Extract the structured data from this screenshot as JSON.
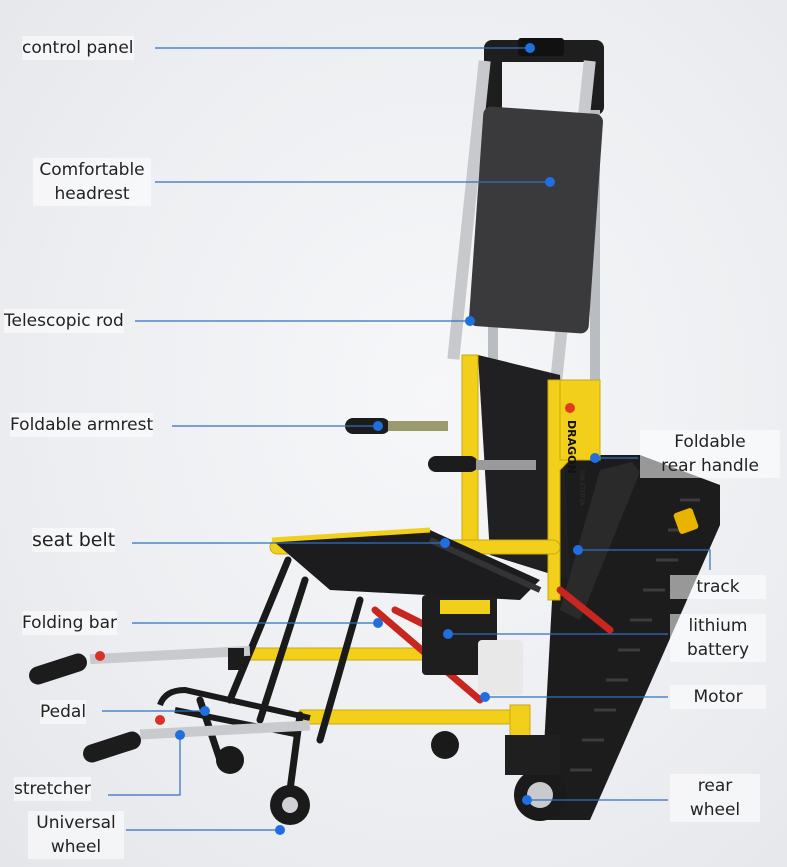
{
  "labels": {
    "control_panel": "control panel",
    "headrest_line1": "Comfortable",
    "headrest_line2": "headrest",
    "telescopic_rod": "Telescopic rod",
    "foldable_armrest": "Foldable armrest",
    "seat_belt": "seat belt",
    "folding_bar": "Folding bar",
    "pedal": "Pedal",
    "stretcher": "stretcher",
    "universal_wheel_line1": "Universal",
    "universal_wheel_line2": "wheel",
    "rear_handle_line1": "Foldable",
    "rear_handle_line2": "rear handle",
    "track": "track",
    "battery_line1": "lithium",
    "battery_line2": "battery",
    "motor": "Motor",
    "rear_wheel_line1": "rear",
    "rear_wheel_line2": "wheel"
  },
  "product": {
    "brand_mark": "DRAGON",
    "model": "DW-ST003A"
  },
  "colors": {
    "leader_line": "#2f6fc0",
    "marker_dot": "#1f6fe0",
    "frame_yellow": "#f2cf1a",
    "upholstery": "#2a2a2c",
    "track_black": "#1c1c1c",
    "handle_red": "#c8261e"
  }
}
